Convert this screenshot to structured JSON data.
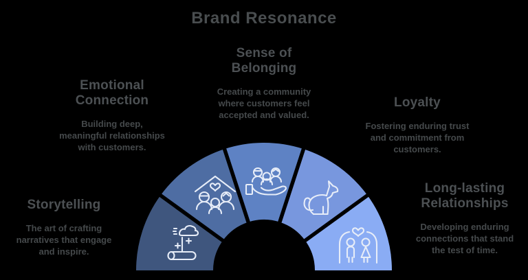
{
  "title": "Brand Resonance",
  "items": [
    {
      "id": "storytelling",
      "label": "Storytelling",
      "description": "The art of crafting narratives that engage and inspire.",
      "color": "#3f567e",
      "icon": "scroll-magic-wand-icon"
    },
    {
      "id": "emotional-connection",
      "label": "Emotional Connection",
      "description": "Building deep, meaningful relationships with customers.",
      "color": "#4e6da3",
      "icon": "house-heart-family-icon"
    },
    {
      "id": "sense-of-belonging",
      "label": "Sense of Belonging",
      "description": "Creating a community where customers feel accepted and valued.",
      "color": "#5e82c4",
      "icon": "hand-holding-people-icon"
    },
    {
      "id": "loyalty",
      "label": "Loyalty",
      "description": "Fostering enduring trust and commitment from customers.",
      "color": "#7897de",
      "icon": "dog-icon"
    },
    {
      "id": "long-lasting-relationships",
      "label": "Long-lasting Relationships",
      "description": "Developing enduring connections that stand the test of time.",
      "color": "#8aacf4",
      "icon": "couple-heart-icon"
    }
  ],
  "colors": {
    "background": "#000000",
    "title_text": "#494d4f",
    "heading_text": "#4c5053",
    "body_text": "#45494b",
    "icon_stroke": "#e7edf8",
    "segment_gap": "#000000"
  },
  "gauge": {
    "shape": "semicircle-fan",
    "segment_count": 5,
    "segment_angle_deg": 36
  }
}
